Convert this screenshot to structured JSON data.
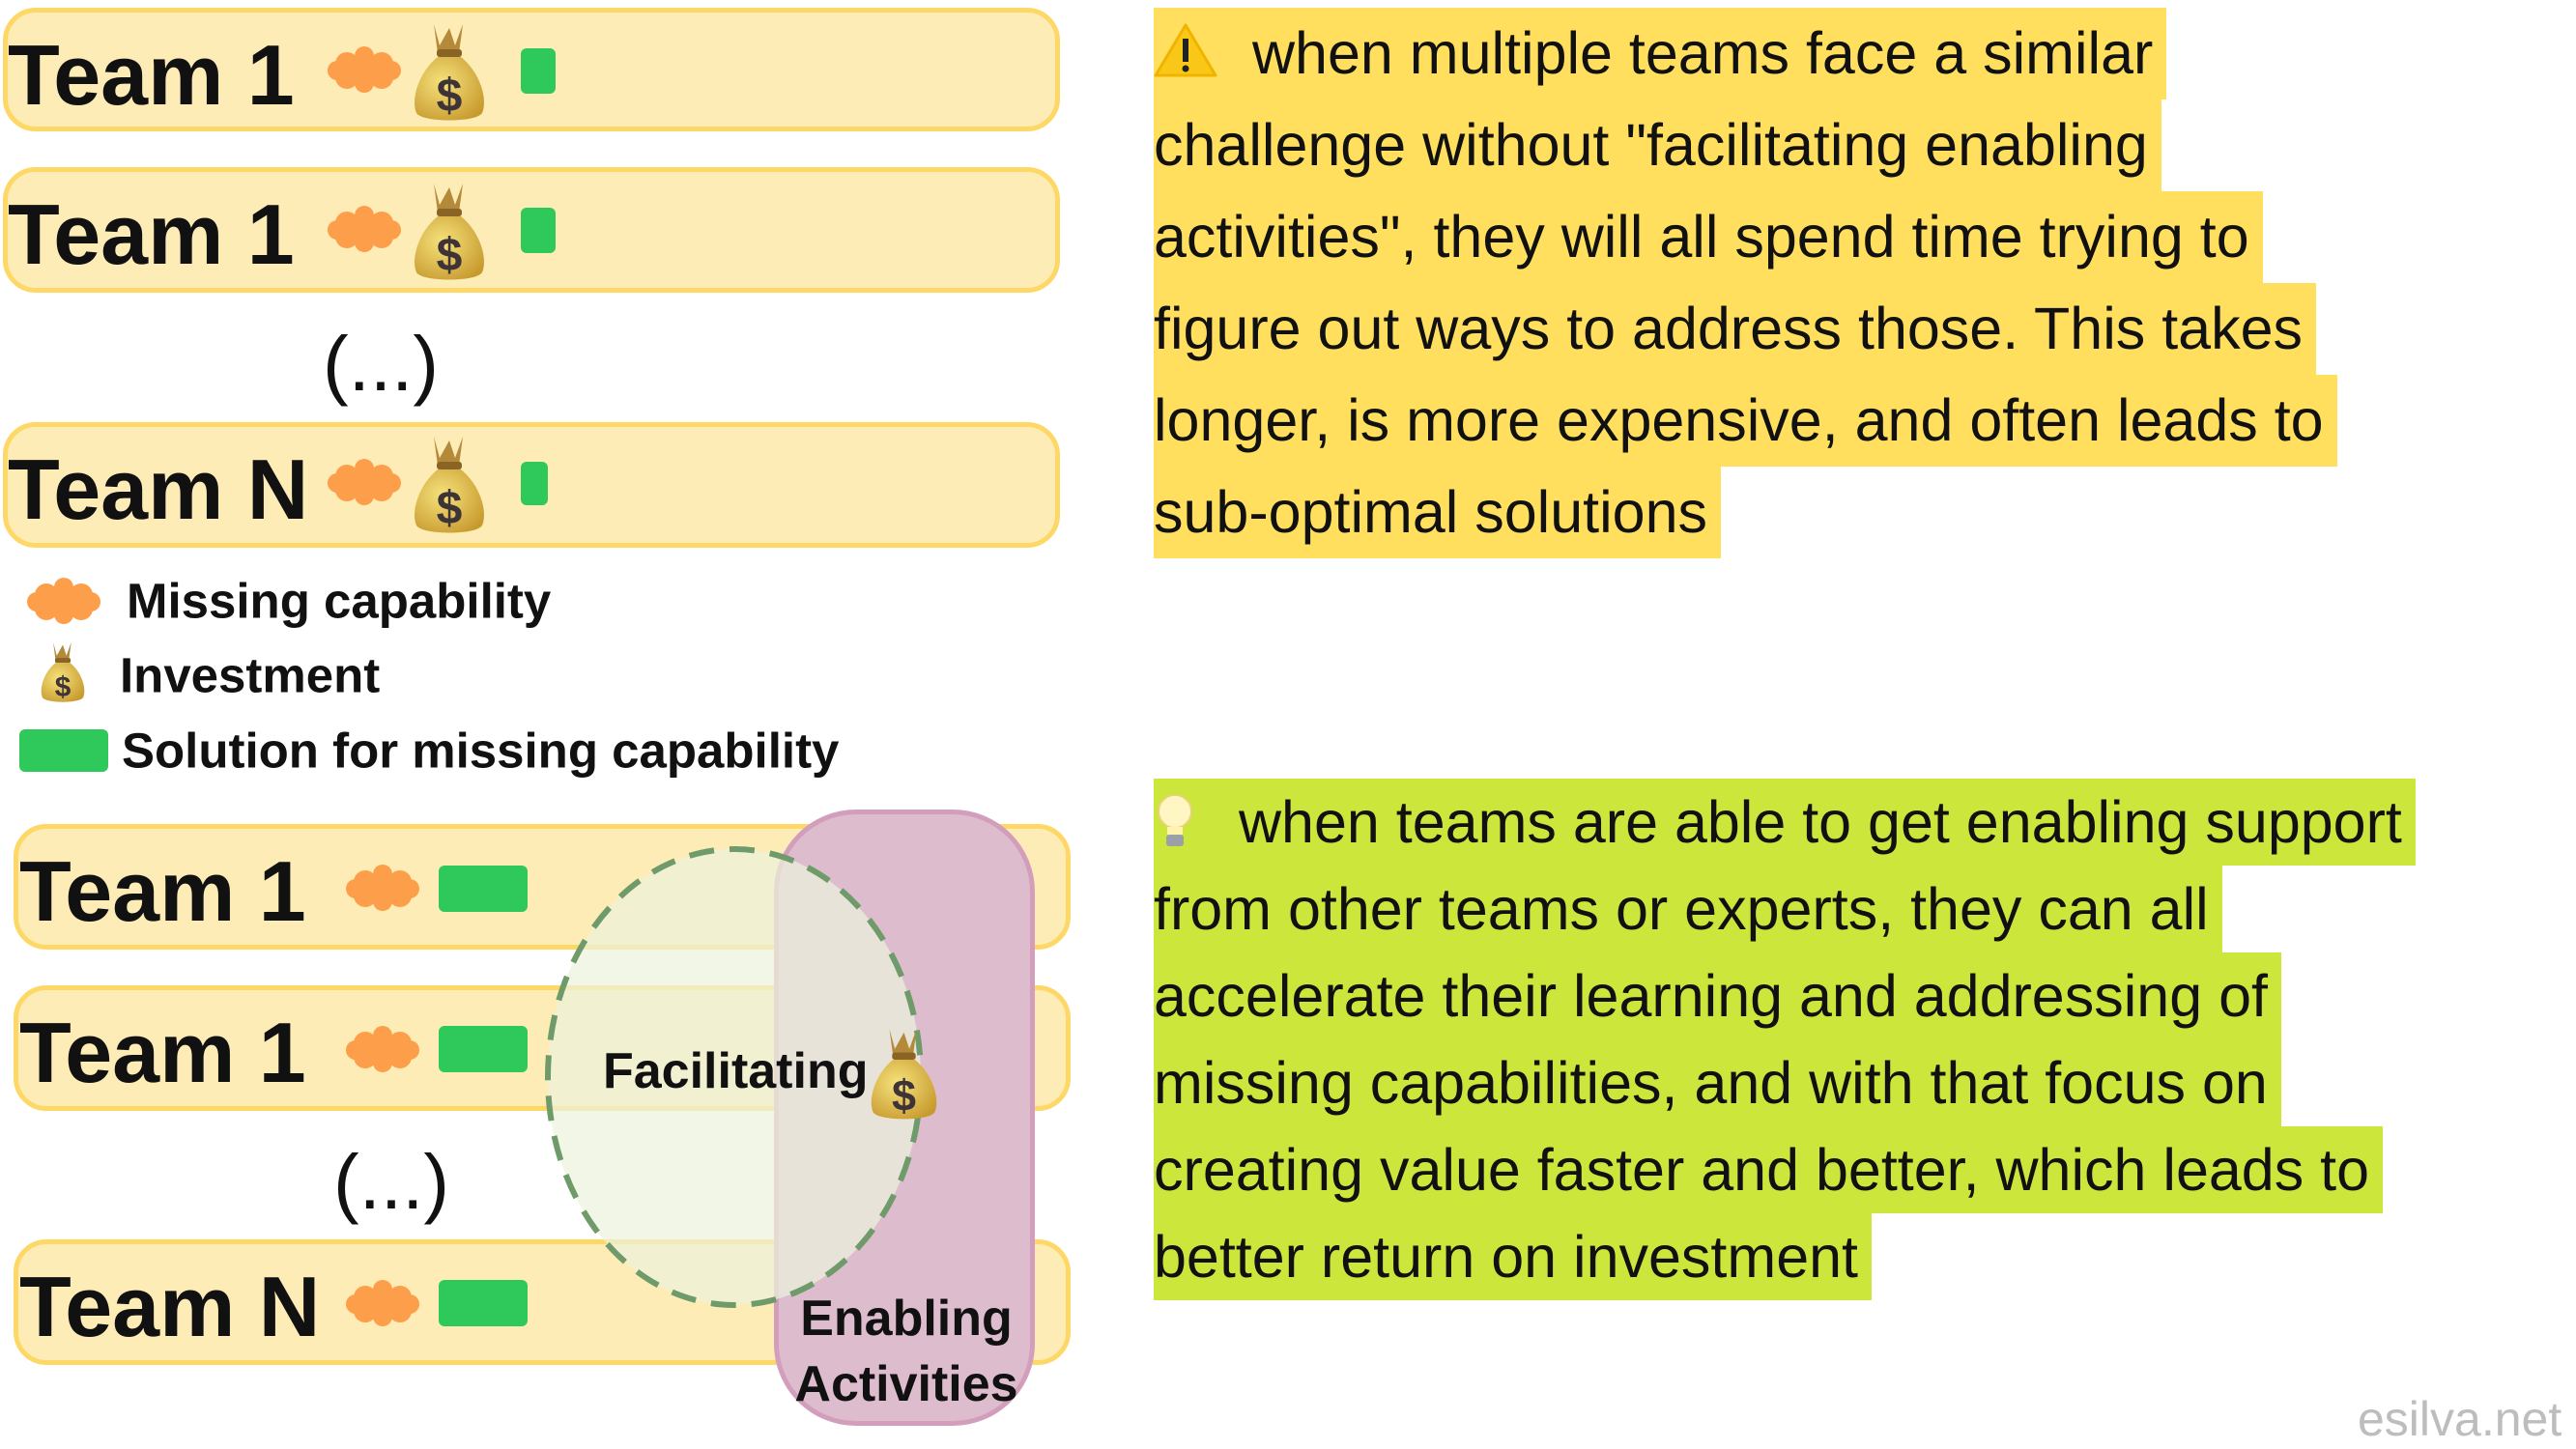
{
  "top_teams": [
    {
      "name": "Team 1",
      "has_investment": true
    },
    {
      "name": "Team 1",
      "has_investment": true
    },
    {
      "name": "Team N",
      "has_investment": true
    }
  ],
  "bottom_teams": [
    {
      "name": "Team 1"
    },
    {
      "name": "Team 1"
    },
    {
      "name": "Team N"
    }
  ],
  "ellipsis": "(...)",
  "legend": {
    "missing": "Missing capability",
    "investment": "Investment",
    "solution": "Solution for missing capability"
  },
  "facilitating_label": "Facilitating",
  "enabling_label": [
    "Enabling",
    "Activities"
  ],
  "warning_note": {
    "icon": "warning-icon",
    "lines": [
      "when multiple teams face a similar",
      "challenge without \"facilitating enabling",
      "activities\", they will all spend time trying to",
      "figure out ways to address those. This takes",
      "longer, is more expensive, and often leads to",
      "sub-optimal solutions"
    ]
  },
  "idea_note": {
    "icon": "lightbulb-icon",
    "lines": [
      "when teams are able to get enabling support",
      "from other teams or experts, they can all",
      "accelerate their learning and addressing of",
      "missing capabilities, and with that focus on",
      "creating value faster and better, which leads to",
      "better return on investment"
    ]
  },
  "watermark": "esilva.net",
  "colors": {
    "team_box": "#feecb6",
    "team_border": "#fdd866",
    "missing_capability": "#fd9e4a",
    "solution": "#2fc85a",
    "enabling": "#ddbccd",
    "facilitating_dash": "#6f9a6a",
    "warning_highlight": "#ffdf5d",
    "idea_highlight": "#cde63c"
  }
}
